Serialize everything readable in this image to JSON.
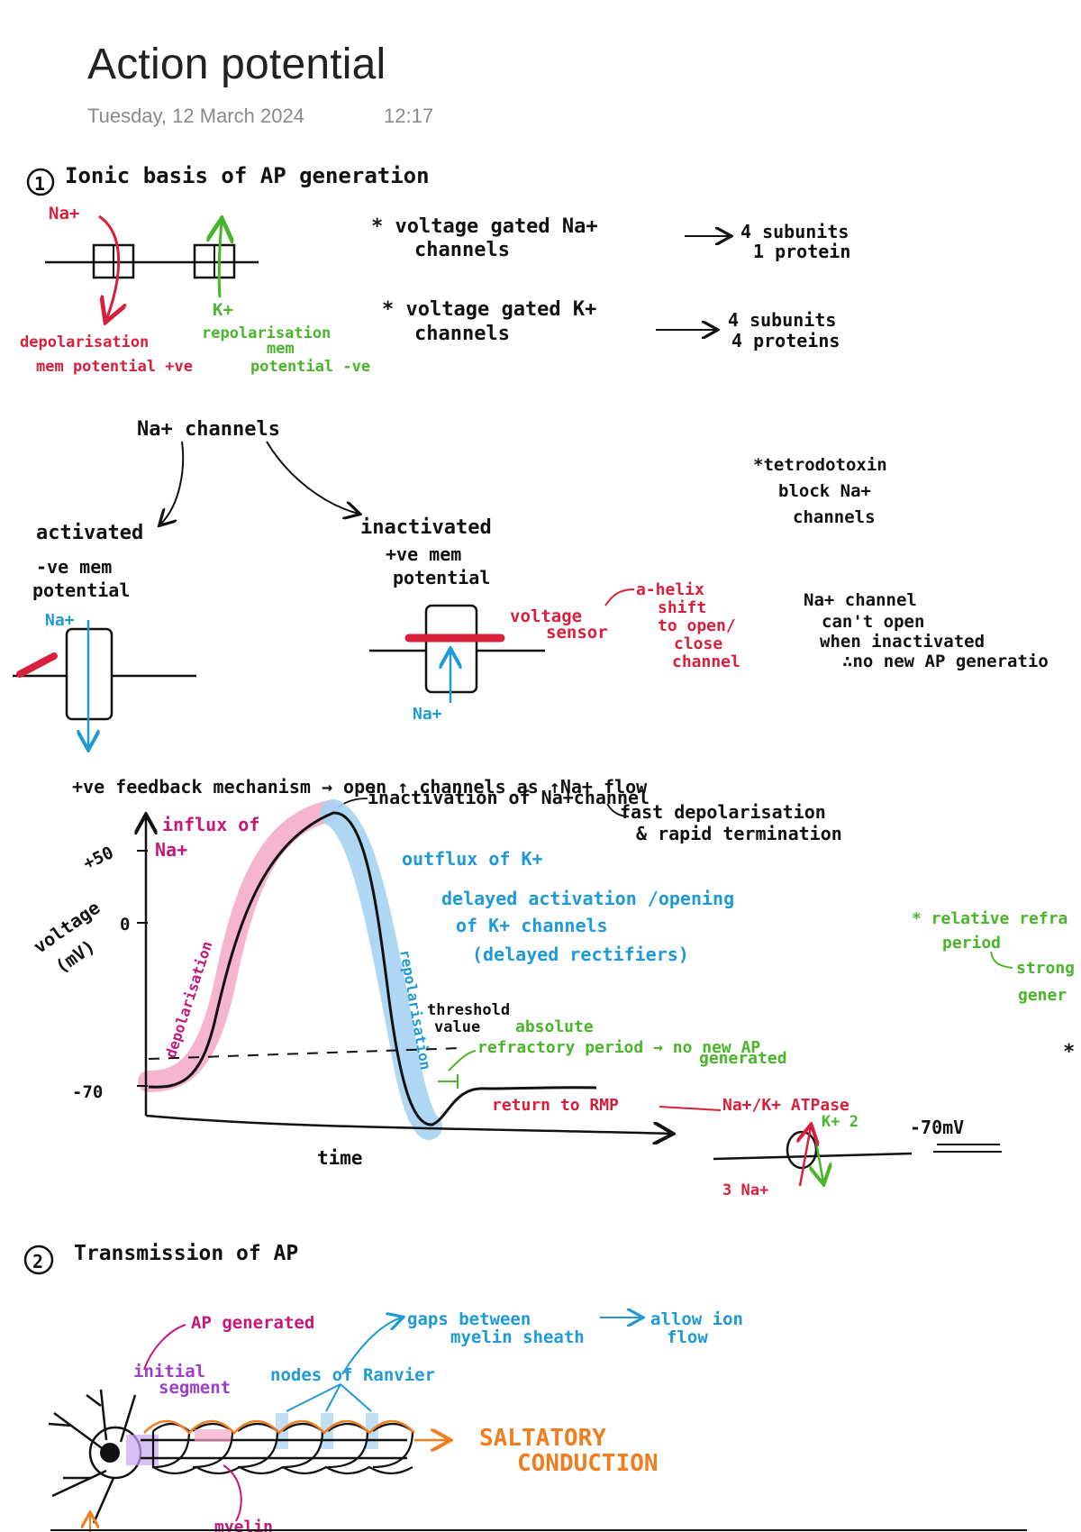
{
  "page": {
    "title": "Action potential",
    "date": "Tuesday, 12 March 2024",
    "time": "12:17"
  },
  "colors": {
    "ink": "#111111",
    "red": "#d81f3c",
    "green": "#49b52a",
    "blue": "#1e9ad6",
    "magenta": "#c5177a",
    "orange": "#f07d1e",
    "purple": "#9b3fc8",
    "pink_highlight": "#f4a8c6",
    "blue_highlight": "#a6d3f2"
  },
  "section1": {
    "heading_number": "1",
    "heading": "Ionic basis of AP generation",
    "channel_diagram": {
      "na_label": "Na+",
      "k_label": "K+",
      "depol_line1": "depolarisation",
      "depol_line2": "mem potential +ve",
      "repol_line1": "repolarisation",
      "repol_line2": "mem",
      "repol_line3": "potential -ve"
    },
    "notes": {
      "na_gated_line1": "* voltage gated Na+",
      "na_gated_line2": "channels",
      "na_subunits_line1": "4 subunits",
      "na_subunits_line2": "1 protein",
      "k_gated_line1": "* voltage gated K+",
      "k_gated_line2": "channels",
      "k_subunits_line1": "4 subunits",
      "k_subunits_line2": "4 proteins"
    },
    "na_states": {
      "root": "Na+ channels",
      "activated": "activated",
      "activated_desc_line1": "-ve mem",
      "activated_desc_line2": "potential",
      "activated_ion": "Na+",
      "inactivated": "inactivated",
      "inactivated_desc_line1": "+ve mem",
      "inactivated_desc_line2": "potential",
      "inactivated_ion": "Na+",
      "voltage_sensor_line1": "voltage",
      "voltage_sensor_line2": "sensor",
      "alpha_helix_line1": "a-helix",
      "alpha_helix_line2": "shift",
      "alpha_helix_line3": "to open/",
      "alpha_helix_line4": "close",
      "alpha_helix_line5": "channel",
      "ttx_line1": "*tetrodotoxin",
      "ttx_line2": "block Na+",
      "ttx_line3": "channels",
      "cant_open_line1": "Na+ channel",
      "cant_open_line2": "can't open",
      "cant_open_line3": "when inactivated",
      "cant_open_line4": "∴no new AP generatio"
    },
    "graph": {
      "feedback_line": "+ve feedback mechanism → open ↑ channels as ↑Na+ flow",
      "inactivation": "inactivation of Na+channel",
      "fast_line1": "fast depolarisation",
      "fast_line2": "& rapid termination",
      "influx_line1": "influx of",
      "influx_line2": "Na+",
      "efflux": "outflux of K+",
      "delayed_line1": "delayed activation /opening",
      "delayed_line2": "of K+ channels",
      "delayed_line3": "(delayed rectifiers)",
      "ylabel_line1": "voltage",
      "ylabel_line2": "(mV)",
      "ytick_top": "+50",
      "ytick_zero": "0",
      "ytick_rest": "-70",
      "xlabel": "time",
      "depolarisation": "depolarisation",
      "repolarisation": "repolarisation",
      "threshold_line1": "threshold",
      "threshold_line2": "value",
      "absolute_line1": "absolute",
      "absolute_line2": "refractory period → no new AP",
      "absolute_line3": "generated",
      "relative_line1": "* relative refra",
      "relative_line2": "period",
      "relative_line3": "strong",
      "relative_line4": "gener",
      "asterisk": "*",
      "return_rmp": "return to RMP",
      "pump": "Na+/K+ ATPase",
      "pump_k": "K+ 2",
      "pump_na": "3 Na+",
      "pump_rmp": "-70mV"
    }
  },
  "section2": {
    "heading_number": "2",
    "heading": "Transmission of AP",
    "ap_generated": "AP generated",
    "initial_line1": "initial",
    "initial_line2": "segment",
    "nodes": "nodes of Ranvier",
    "gaps_line1": "gaps between",
    "gaps_line2": "myelin sheath",
    "allow_line1": "allow ion",
    "allow_line2": "flow",
    "saltatory_line1": "SALTATORY",
    "saltatory_line2": "CONDUCTION",
    "myelin": "myelin"
  }
}
